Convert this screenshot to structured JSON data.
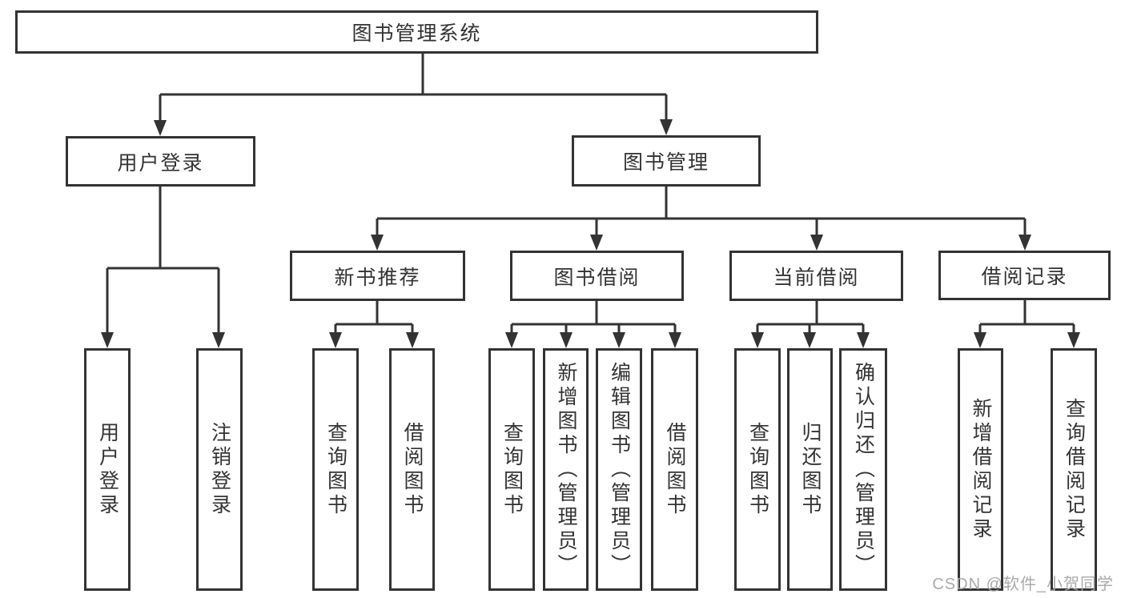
{
  "diagram_title": "图书管理系统",
  "tree": {
    "label": "图书管理系统",
    "children": [
      {
        "label": "用户登录",
        "children": [
          {
            "label": "用户登录"
          },
          {
            "label": "注销登录"
          }
        ]
      },
      {
        "label": "图书管理",
        "children": [
          {
            "label": "新书推荐",
            "children": [
              {
                "label": "查询图书"
              },
              {
                "label": "借阅图书"
              }
            ]
          },
          {
            "label": "图书借阅",
            "children": [
              {
                "label": "查询图书"
              },
              {
                "label": "新增图书（管理员）"
              },
              {
                "label": "编辑图书（管理员）"
              },
              {
                "label": "借阅图书"
              }
            ]
          },
          {
            "label": "当前借阅",
            "children": [
              {
                "label": "查询图书"
              },
              {
                "label": "归还图书"
              },
              {
                "label": "确认归还（管理员）"
              }
            ]
          },
          {
            "label": "借阅记录",
            "children": [
              {
                "label": "新增借阅记录"
              },
              {
                "label": "查询借阅记录"
              }
            ]
          }
        ]
      }
    ]
  },
  "watermark": {
    "text": "CSDN @软件_小贺同学"
  },
  "colors": {
    "line": "#333333",
    "box_border": "#333333",
    "text": "#333333",
    "watermark": "#a5a5a5",
    "background": "#ffffff"
  }
}
